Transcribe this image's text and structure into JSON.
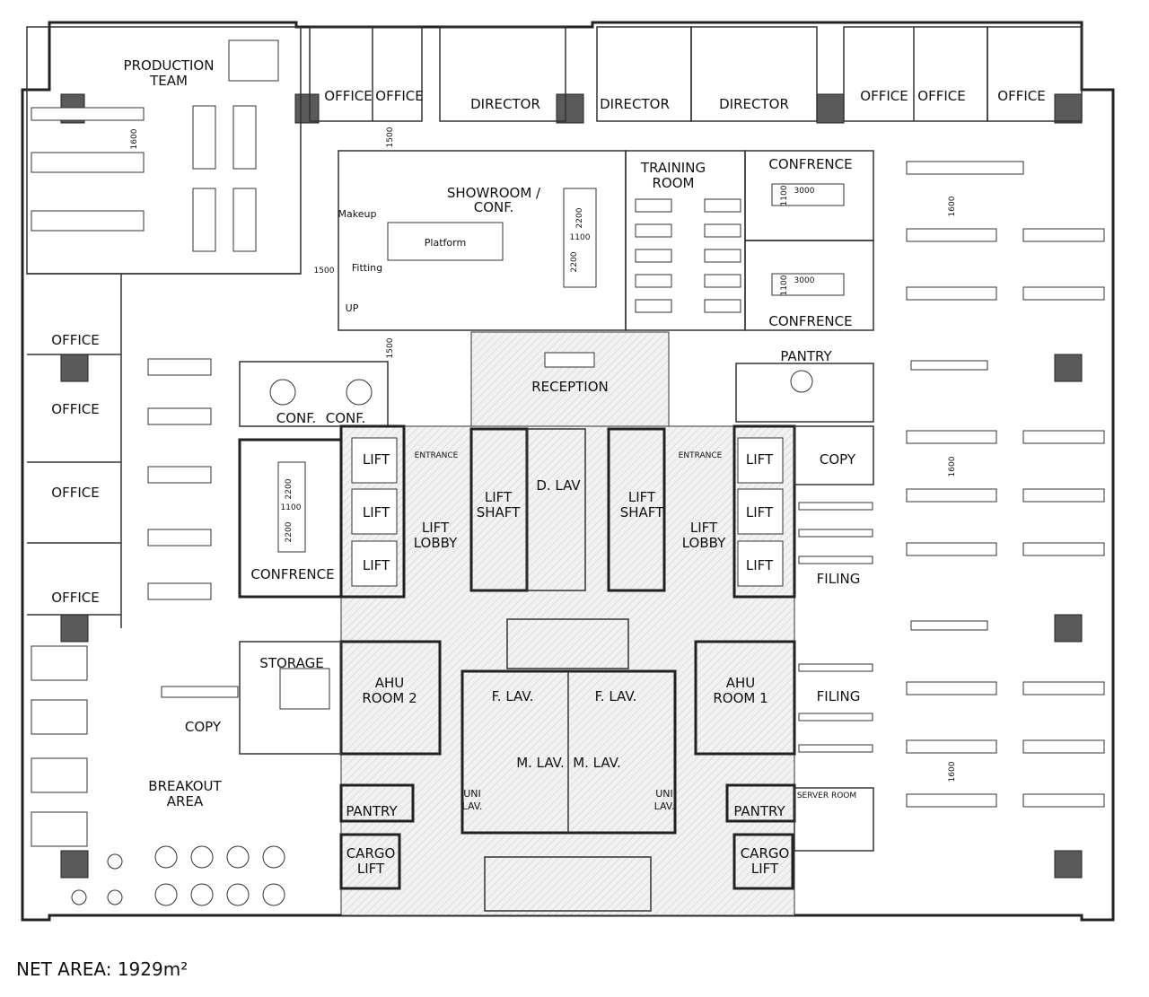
{
  "plan": {
    "rooms": {
      "production_team": "PRODUCTION\nTEAM",
      "office": "OFFICE",
      "director": "DIRECTOR",
      "showroom": "SHOWROOM /\nCONF.",
      "training_room": "TRAINING\nROOM",
      "confrence": "CONFRENCE",
      "pantry_upper": "PANTRY",
      "reception": "RECEPTION",
      "conf": "CONF.",
      "lift": "LIFT",
      "lift_shaft": "LIFT\nSHAFT",
      "lift_lobby": "LIFT\nLOBBY",
      "d_lav": "D. LAV",
      "copy": "COPY",
      "filing": "FILING",
      "storage": "STORAGE",
      "ahu_room_2": "AHU\nROOM 2",
      "ahu_room_1": "AHU\nROOM 1",
      "f_lav": "F. LAV.",
      "m_lav": "M. LAV.",
      "uni_lav": "UNI\nLAV.",
      "pantry": "PANTRY",
      "cargo_lift": "CARGO\nLIFT",
      "server_room": "SERVER ROOM",
      "breakout_area": "BREAKOUT\nAREA",
      "entrance": "ENTRANCE",
      "platform": "Platform",
      "makeup": "Makeup",
      "fitting": "Fitting",
      "up": "UP"
    },
    "dimensions": {
      "d1500": "1500",
      "d1600": "1600",
      "d2200": "2200",
      "d1100": "1100",
      "d3000": "3000"
    }
  },
  "net_area": "NET AREA: 1929m²"
}
